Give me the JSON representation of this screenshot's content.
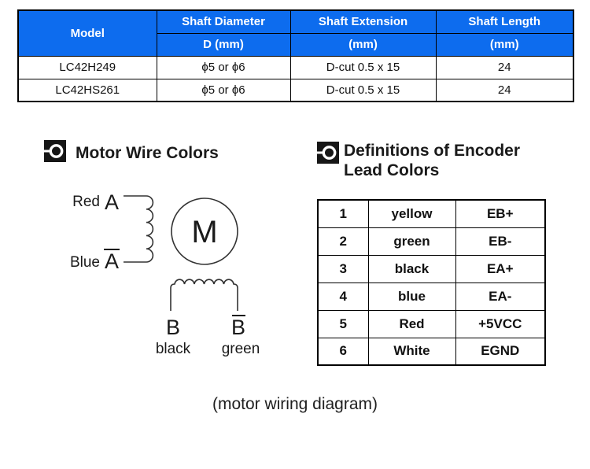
{
  "colors": {
    "table_header_bg": "#0d6cee",
    "table_header_text": "#ffffff",
    "border": "#000000",
    "text": "#1a1a1a"
  },
  "spec_table": {
    "header": {
      "model": "Model",
      "columns": [
        {
          "title": "Shaft Diameter",
          "unit": "D (mm)"
        },
        {
          "title": "Shaft Extension",
          "unit": "(mm)"
        },
        {
          "title": "Shaft Length",
          "unit": "(mm)"
        }
      ]
    },
    "rows": [
      {
        "model": "LC42H249",
        "shaft_diameter": "ϕ5 or ϕ6",
        "shaft_extension": "D-cut 0.5 x 15",
        "shaft_length": "24"
      },
      {
        "model": "LC42HS261",
        "shaft_diameter": "ϕ5 or ϕ6",
        "shaft_extension": "D-cut 0.5 x 15",
        "shaft_length": "24"
      }
    ]
  },
  "sections": {
    "motor_wire": {
      "title": "Motor Wire Colors"
    },
    "encoder": {
      "title": "Definitions of Encoder Lead Colors"
    }
  },
  "diagram": {
    "motor_symbol": "M",
    "phase_a": {
      "wire1_color": "Red",
      "terminal1": "A",
      "wire2_color": "Blue",
      "terminal2_bar": "A"
    },
    "phase_b": {
      "terminal1": "B",
      "terminal2_bar": "B",
      "wire1_color": "black",
      "wire2_color": "green"
    }
  },
  "encoder_table": {
    "rows": [
      {
        "pin": "1",
        "color": "yellow",
        "signal": "EB+"
      },
      {
        "pin": "2",
        "color": "green",
        "signal": "EB-"
      },
      {
        "pin": "3",
        "color": "black",
        "signal": "EA+"
      },
      {
        "pin": "4",
        "color": "blue",
        "signal": "EA-"
      },
      {
        "pin": "5",
        "color": "Red",
        "signal": "+5VCC"
      },
      {
        "pin": "6",
        "color": "White",
        "signal": "EGND"
      }
    ]
  },
  "caption": "(motor wiring diagram)"
}
